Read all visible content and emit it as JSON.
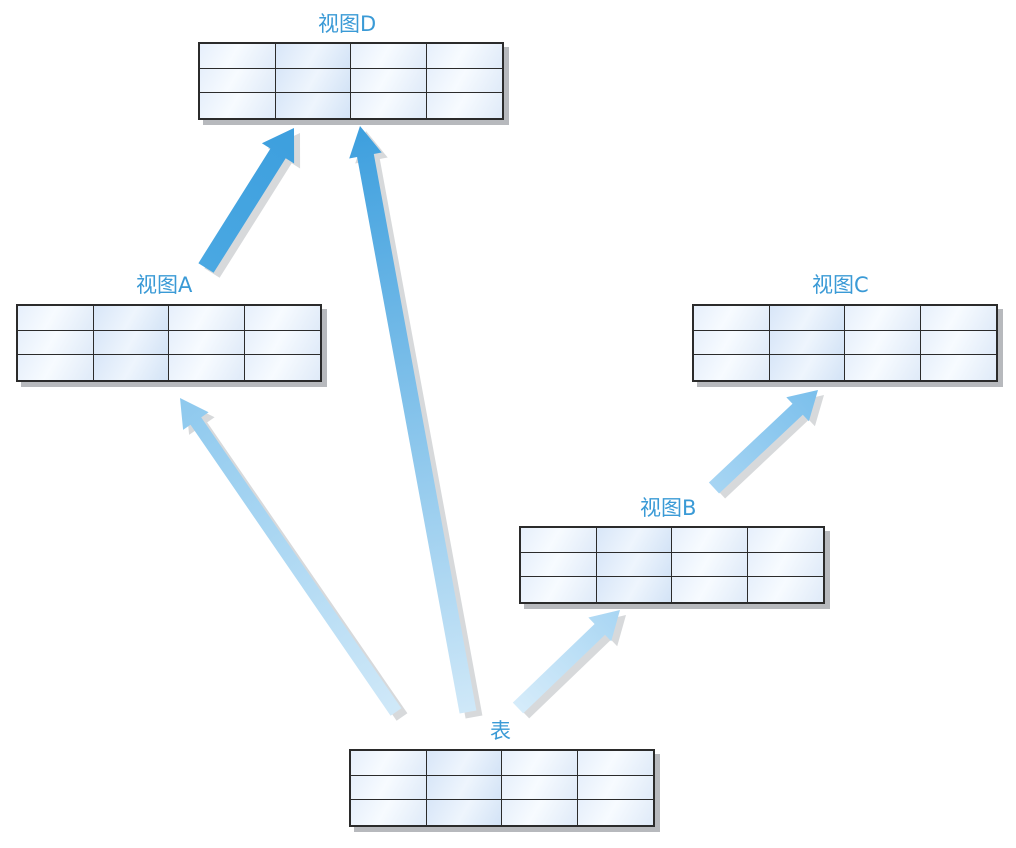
{
  "nodes": [
    {
      "id": "view_d",
      "label": "视图D"
    },
    {
      "id": "view_a",
      "label": "视图A"
    },
    {
      "id": "view_c",
      "label": "视图C"
    },
    {
      "id": "view_b",
      "label": "视图B"
    },
    {
      "id": "table",
      "label": "表"
    }
  ],
  "edges": [
    {
      "from": "table",
      "to": "view_a"
    },
    {
      "from": "table",
      "to": "view_d"
    },
    {
      "from": "table",
      "to": "view_b"
    },
    {
      "from": "view_a",
      "to": "view_d"
    },
    {
      "from": "view_b",
      "to": "view_c"
    }
  ],
  "table_grid": {
    "rows": 3,
    "columns": 4
  },
  "colors": {
    "label": "#3a9ad6",
    "arrow_dark": "#3d9fde",
    "arrow_light": "#bfe0f6",
    "shadow": "#b7b9bd",
    "border": "#2b2b2b"
  }
}
